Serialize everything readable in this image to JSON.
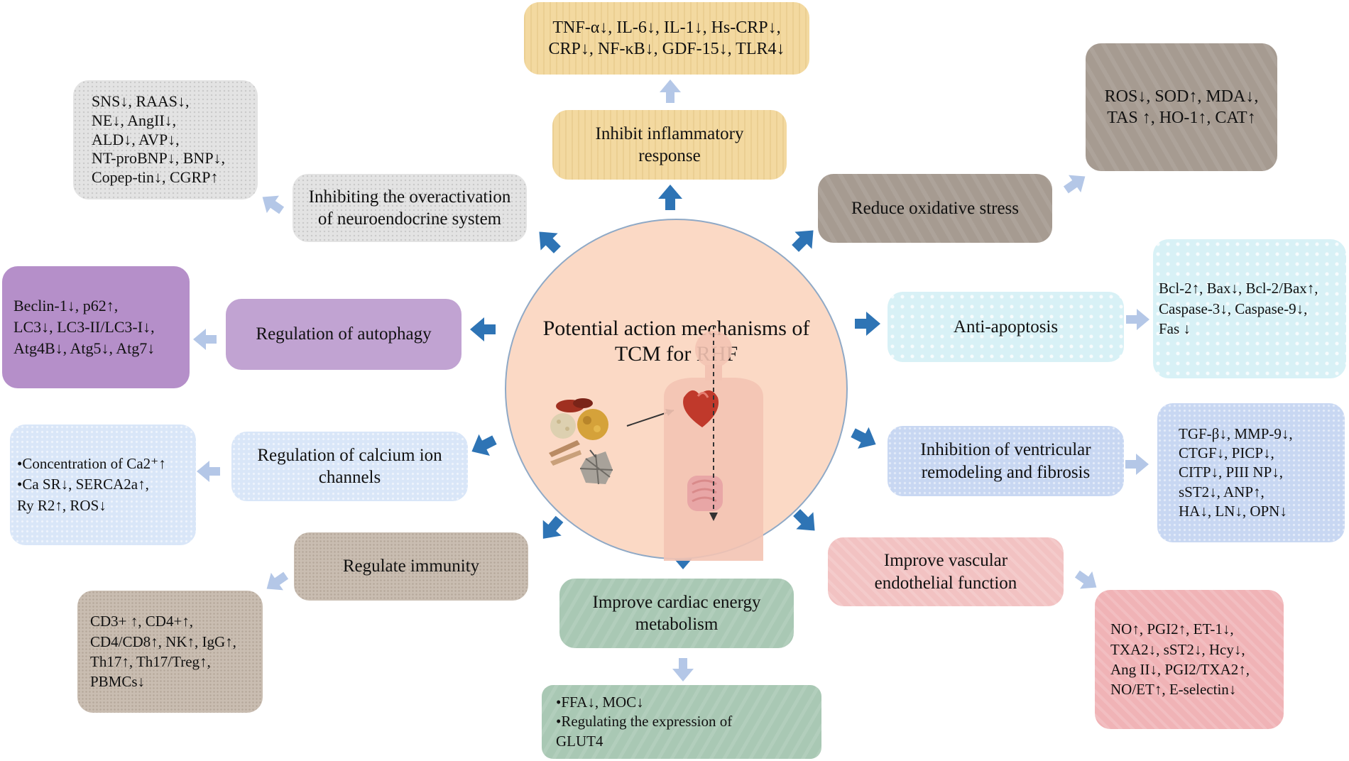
{
  "center": {
    "title_line1": "Potential action mechanisms  of",
    "title_line2": "TCM for RHF"
  },
  "mechanisms": {
    "inflammatory": {
      "line1": "Inhibit inflammatory",
      "line2": "response"
    },
    "neuroendocrine": {
      "line1": "Inhibiting  the overactivation",
      "line2": "of neuroendocrine system"
    },
    "oxidative": {
      "line1": "Reduce oxidative  stress"
    },
    "autophagy": {
      "line1": "Regulation  of autophagy"
    },
    "apoptosis": {
      "line1": "Anti-apoptosis"
    },
    "calcium": {
      "line1": "Regulation  of calcium  ion",
      "line2": "channels"
    },
    "remodeling": {
      "line1": "Inhibition  of ventricular",
      "line2": "remodeling  and fibrosis"
    },
    "immunity": {
      "line1": "Regulate  immunity"
    },
    "energy": {
      "line1": "Improve cardiac energy",
      "line2": "metabolism"
    },
    "endothelial": {
      "line1": "Improve vascular",
      "line2": "endothelial  function"
    }
  },
  "markers": {
    "inflammatory": [
      "TNF-α↓, IL-6↓, IL-1↓, Hs-CRP↓,",
      "CRP↓, NF-κB↓, GDF-15↓, TLR4↓"
    ],
    "neuroendocrine": [
      "SNS↓, RAAS↓,",
      "NE↓, AngII↓,",
      "ALD↓, AVP↓,",
      "NT-proBNP↓, BNP↓,",
      "Copep-tin↓, CGRP↑"
    ],
    "oxidative": [
      "ROS↓, SOD↑, MDA↓,",
      "TAS ↑, HO-1↑, CAT↑"
    ],
    "autophagy": [
      "Beclin-1↓,  p62↑,",
      "LC3↓, LC3-II/LC3-I↓,",
      "Atg4B↓, Atg5↓, Atg7↓"
    ],
    "apoptosis": [
      "Bcl-2↑,  Bax↓, Bcl-2/Bax↑,",
      "Caspase-3↓, Caspase-9↓,",
      "Fas ↓"
    ],
    "calcium": [
      "•Concentration  of Ca2⁺↑",
      "•Ca SR↓, SERCA2a↑,",
      "Ry R2↑, ROS↓"
    ],
    "remodeling": [
      "TGF-β↓, MMP-9↓,",
      "CTGF↓, PICP↓,",
      "CITP↓, PIII NP↓,",
      "sST2↓, ANP↑,",
      "HA↓, LN↓, OPN↓"
    ],
    "immunity": [
      "CD3+ ↑, CD4+↑,",
      "CD4/CD8↑, NK↑, IgG↑,",
      "Th17↑, Th17/Treg↑,",
      "PBMCs↓"
    ],
    "energy": [
      "•FFA↓, MOC↓",
      "•Regulating  the expression  of",
      "GLUT4"
    ],
    "endothelial": [
      "NO↑, PGI2↑, ET-1↓,",
      "TXA2↓, sST2↓, Hcy↓,",
      "Ang II↓, PGI2/TXA2↑,",
      "NO/ET↑, E-selectin↓"
    ]
  },
  "colors": {
    "arrow_dark": "#2e74b5",
    "arrow_light": "#b4c7e7",
    "circle_fill": "#fbd9c5",
    "circle_border": "#8fa9c6"
  }
}
